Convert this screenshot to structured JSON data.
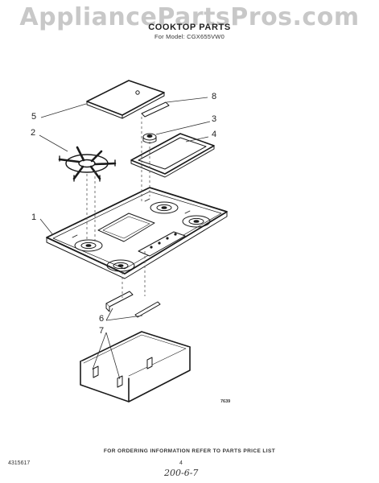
{
  "watermark": "AppliancePartsPros.com",
  "header": {
    "title": "COOKTOP PARTS",
    "model_line": "For Model: CGX655VW0"
  },
  "callouts": [
    "1",
    "2",
    "3",
    "4",
    "5",
    "6",
    "7",
    "8"
  ],
  "diagram_code": "7639",
  "footer": {
    "ordering_note": "FOR ORDERING INFORMATION REFER TO PARTS PRICE LIST",
    "document_number": "4315617",
    "page_number": "4",
    "handwritten": "200-6-7"
  }
}
